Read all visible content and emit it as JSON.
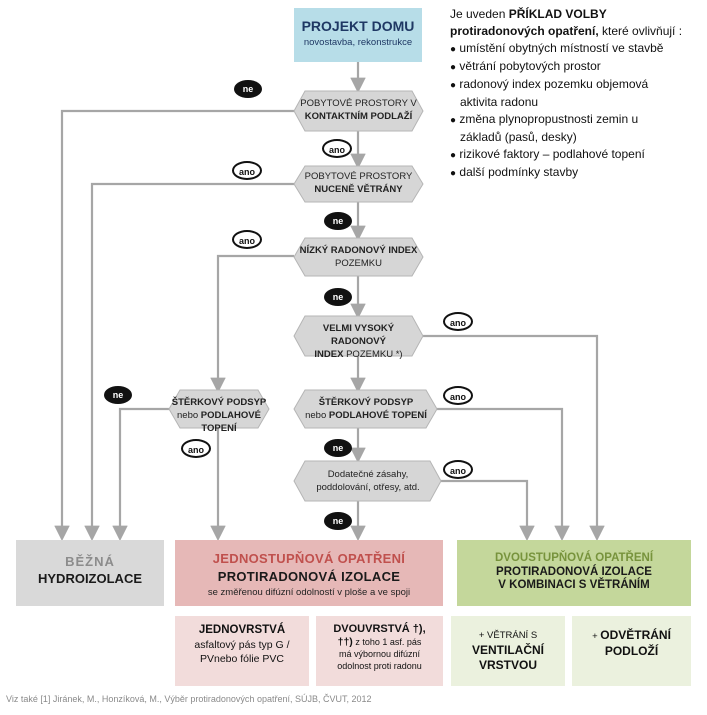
{
  "start": {
    "title": "PROJEKT DOMU",
    "subtitle": "novostavba, rekonstrukce"
  },
  "panel": {
    "intro_pre": "Je uveden ",
    "intro_bold": "PŘÍKLAD VOLBY protiradonových opatření,",
    "intro_post": " které ovlivňují :",
    "items": [
      "umístění obytných místností ve stavbě",
      "větrání pobytových prostor",
      "radonový index pozemku objemová aktivita radonu",
      "změna plynopropustnosti zemin u základů (pasů, desky)",
      "rizikové faktory – podlahové topení",
      "další podmínky stavby"
    ]
  },
  "decisions": {
    "d1": {
      "line1": "POBYTOVÉ PROSTORY V",
      "line2": "KONTAKTNÍM PODLAŽÍ"
    },
    "d2": {
      "line1": "POBYTOVÉ PROSTORY",
      "line2": "NUCENĚ VĚTRÁNY"
    },
    "d3": {
      "line1": "NÍZKÝ RADONOVÝ INDEX",
      "line2": "POZEMKU"
    },
    "d4": {
      "line1": "VELMI VYSOKÝ RADONOVÝ",
      "line2a": "INDEX",
      "line2b": " POZEMKU *)"
    },
    "d5": {
      "line1": "ŠTĚRKOVÝ PODSYP",
      "line2a": "nebo ",
      "line2b": "PODLAHOVÉ TOPENÍ"
    },
    "d6": {
      "line1": "ŠTĚRKOVÝ PODSYP",
      "line2a": "nebo ",
      "line2b": "PODLAHOVÉ TOPENÍ"
    },
    "d7": {
      "line1": "Dodatečné zásahy,",
      "line2": "poddolování, otřesy, atd."
    }
  },
  "badges": {
    "ne": "ne",
    "ano": "ano"
  },
  "results": {
    "bezna": {
      "line1": "BĚŽNÁ",
      "line2": "HYDROIZOLACE"
    },
    "jedno": {
      "line1": "JEDNOSTUPŇOVÁ OPATŘENÍ",
      "line2": "PROTIRADONOVÁ IZOLACE",
      "line3": "se změřenou difúzní odolností v ploše a ve spoji"
    },
    "dvou": {
      "line1": "DVOUSTUPŇOVÁ OPATŘENÍ",
      "line2": "PROTIRADONOVÁ IZOLACE",
      "line3": "V KOMBINACI S VĚTRÁNÍM"
    }
  },
  "sub": {
    "jednovrstva": {
      "title": "JEDNOVRSTVÁ",
      "line1": "asfaltový pás typ G /",
      "line2": "PVnebo fólie PVC"
    },
    "dvouvrstva": {
      "title": "DVOUVRSTVÁ †),",
      "title2": "††)",
      "line1": " z toho 1 asf. pás",
      "line2": "má výbornou difúzní",
      "line3": "odolnost proti radonu"
    },
    "vetrani": {
      "pre": "+ VĚTRÁNÍ S",
      "line1": "VENTILAČNÍ",
      "line2": "VRSTVOU"
    },
    "odvetrani": {
      "pre": "+ ",
      "line1": "ODVĚTRÁNÍ",
      "line2": "PODLOŽÍ"
    }
  },
  "footer": "Viz také [1] Jiránek, M., Honzíková, M., Výběr protiradonových opatření, SÚJB, ČVUT, 2012",
  "colors": {
    "start": "#b7dde8",
    "decision": "#d6d6d6",
    "bezna": "#d9d9d9",
    "jedno": "#e6b8b7",
    "jedno_sub": "#f2dcdb",
    "dvou": "#c4d79b",
    "dvou_sub": "#ebf1de",
    "arrow": "#a6a6a6",
    "title_dark": "#1f3864",
    "pink_text": "#c0504d",
    "green_text": "#77933c"
  }
}
